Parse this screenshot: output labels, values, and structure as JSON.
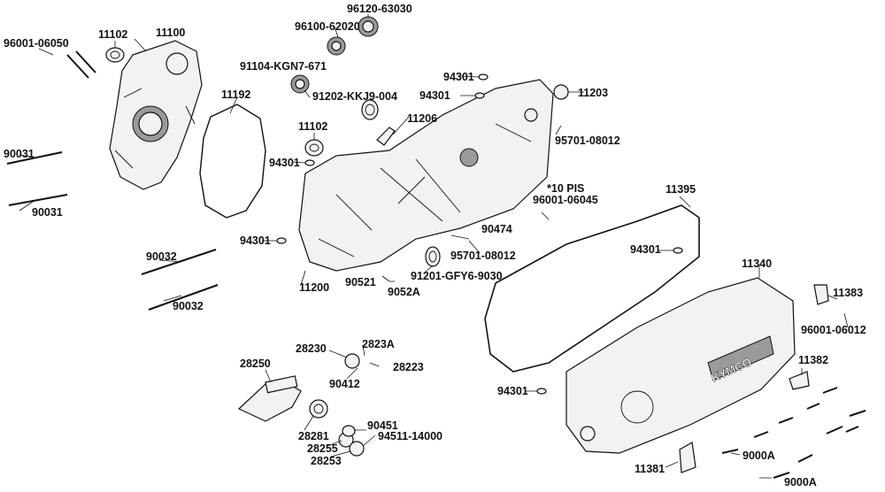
{
  "brand_emblem": "KYMCO",
  "labels": {
    "l96001_06050": "96001-06050",
    "l11102a": "11102",
    "l11100": "11100",
    "l96100": "96100-62020",
    "l96120": "96120-63030",
    "l91104": "91104-KGN7-671",
    "l91202": "91202-KKJ9-004",
    "l11192": "11192",
    "l94301a": "94301",
    "l94301b": "94301",
    "l11203": "11203",
    "l11206": "11206",
    "l11102b": "11102",
    "l95701a": "95701-08012",
    "l90031a": "90031",
    "l90031b": "90031",
    "l94301c": "94301",
    "l10pis": "*10 PIS",
    "l96001_06045": "96001-06045",
    "l11395": "11395",
    "l94301d": "94301",
    "l90474": "90474",
    "l94301e": "94301",
    "l95701b": "95701-08012",
    "l90032a": "90032",
    "l91201": "91201-GFY6-9030",
    "l11340": "11340",
    "l11200": "11200",
    "l90521": "90521",
    "l9052a": "9052A",
    "l11383": "11383",
    "l90032b": "90032",
    "l96001_06012": "96001-06012",
    "l28230": "28230",
    "l2823a": "2823A",
    "l28250": "28250",
    "l28223": "28223",
    "l90412": "90412",
    "l11382": "11382",
    "l94301f": "94301",
    "l90451": "90451",
    "l28281": "28281",
    "l94511": "94511-14000",
    "l28255": "28255",
    "l28253": "28253",
    "l9000a_a": "9000A",
    "l11381": "11381",
    "l9000a_b": "9000A"
  }
}
